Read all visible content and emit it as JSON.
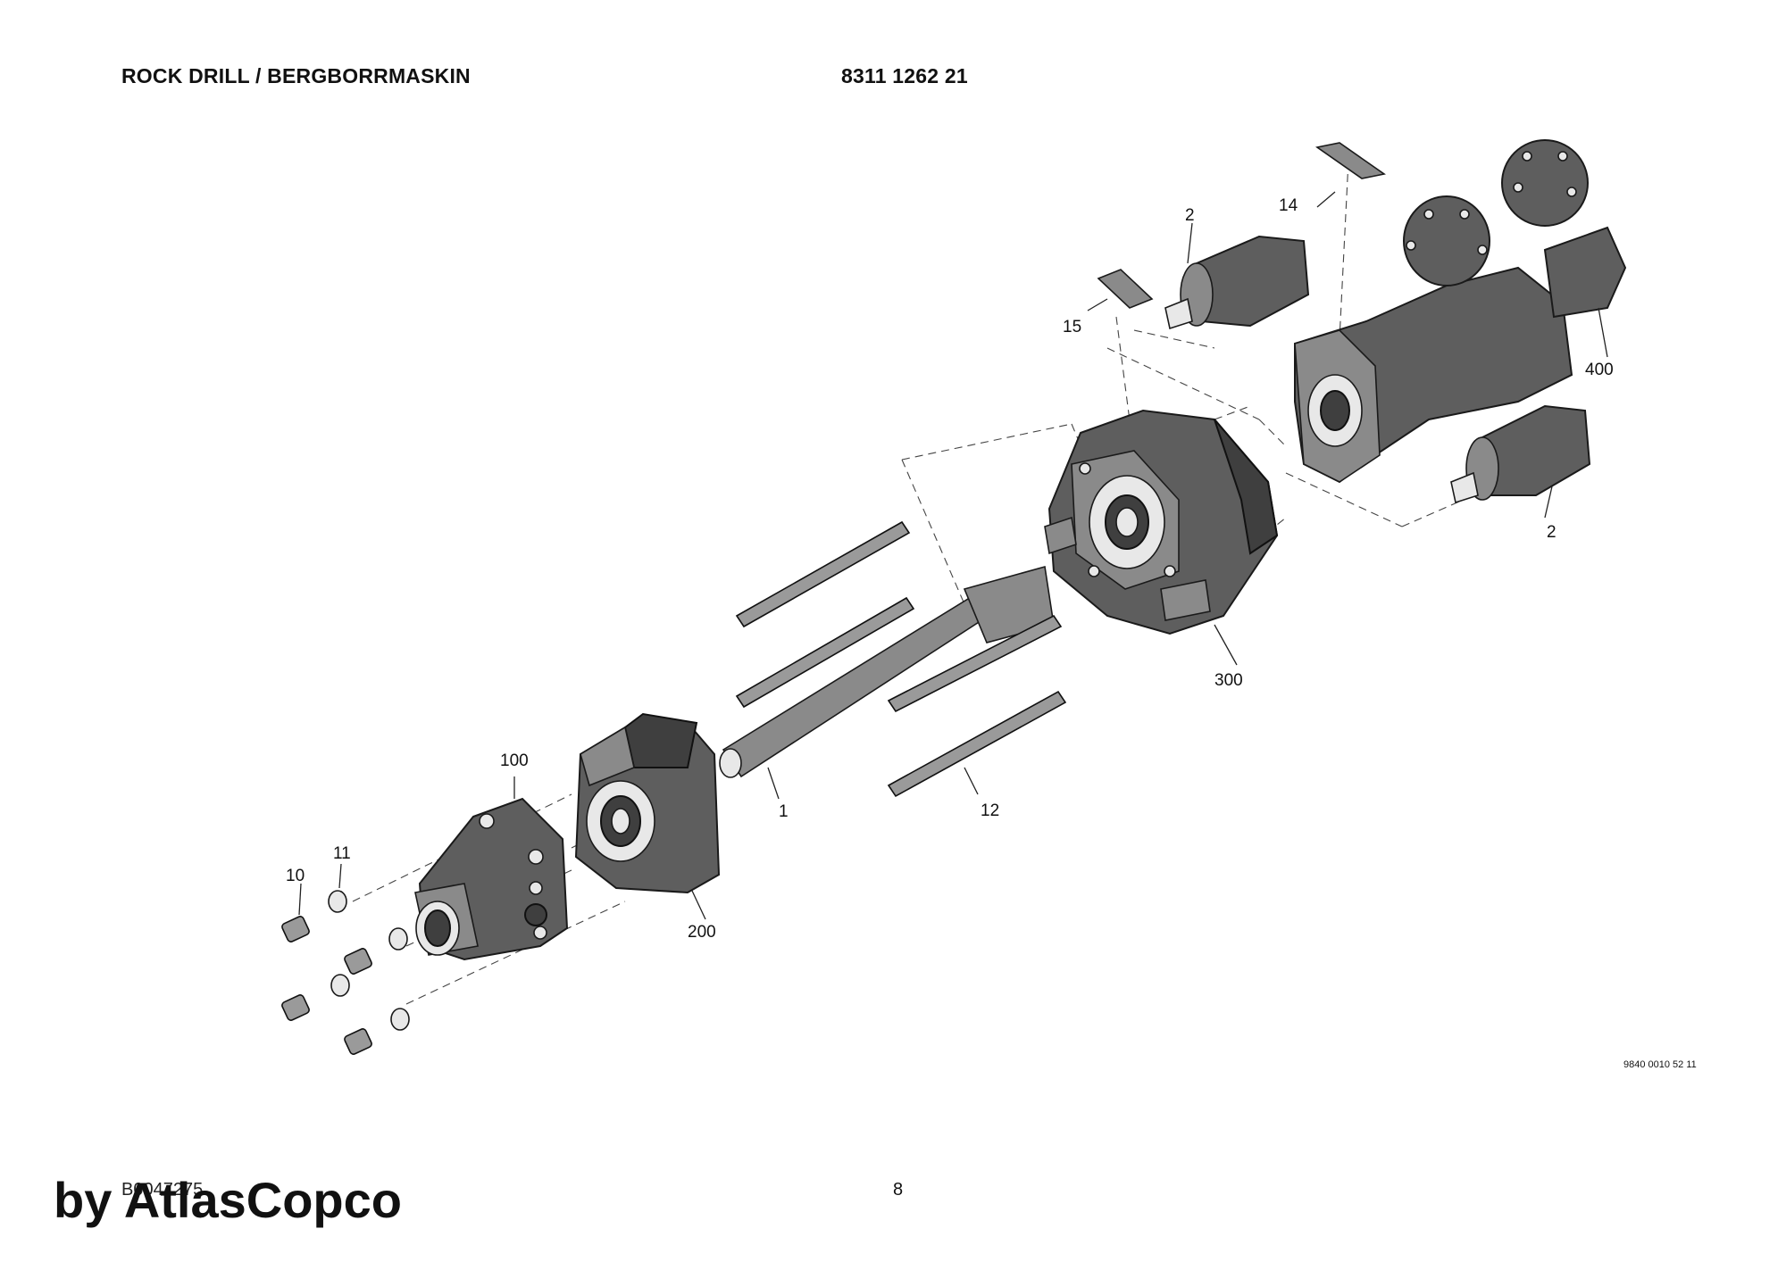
{
  "header": {
    "title": "ROCK DRILL / BERGBORRMASKIN",
    "part_number": "8311 1262 21"
  },
  "callouts": {
    "c1": "1",
    "c2a": "2",
    "c2b": "2",
    "c10": "10",
    "c11": "11",
    "c12": "12",
    "c14": "14",
    "c15": "15",
    "c100": "100",
    "c200": "200",
    "c300": "300",
    "c400": "400"
  },
  "footer": {
    "drawing_code": "9840 0010 52 11",
    "doc_code": "B0047275",
    "page": "8",
    "watermark": "by AtlasCopco"
  }
}
